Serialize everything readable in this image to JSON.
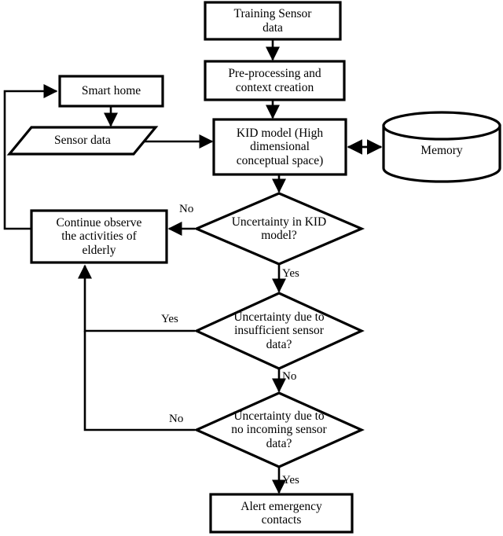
{
  "diagram": {
    "type": "flowchart",
    "title": "KID model uncertainty handling flowchart for elderly activity monitoring",
    "stroke_color": "#000000",
    "fill_color": "#ffffff",
    "background": "#ffffff"
  },
  "nodes": {
    "training_sensor_data": {
      "label": "Training Sensor\ndata",
      "shape": "process"
    },
    "preprocessing": {
      "label": "Pre-processing and\ncontext creation",
      "shape": "process"
    },
    "smart_home": {
      "label": "Smart home",
      "shape": "process"
    },
    "sensor_data": {
      "label": "Sensor data",
      "shape": "parallelogram"
    },
    "kid_model": {
      "label": "KID model (High\ndimensional\nconceptual space)",
      "shape": "process"
    },
    "memory": {
      "label": "Memory",
      "shape": "cylinder"
    },
    "continue_observe": {
      "label": "Continue observe\nthe activities of\nelderly",
      "shape": "process"
    },
    "uncertainty_kid": {
      "label": "Uncertainty in KID\nmodel?",
      "shape": "decision"
    },
    "uncertainty_insufficient": {
      "label": "Uncertainty due to\ninsufficient sensor\ndata?",
      "shape": "decision"
    },
    "uncertainty_no_incoming": {
      "label": "Uncertainty due to\nno incoming sensor\ndata?",
      "shape": "decision"
    },
    "alert_emergency": {
      "label": "Alert emergency\ncontacts",
      "shape": "process"
    }
  },
  "edge_labels": {
    "kid_no": "No",
    "kid_yes": "Yes",
    "insufficient_yes": "Yes",
    "insufficient_no": "No",
    "no_incoming_no": "No",
    "no_incoming_yes": "Yes"
  }
}
